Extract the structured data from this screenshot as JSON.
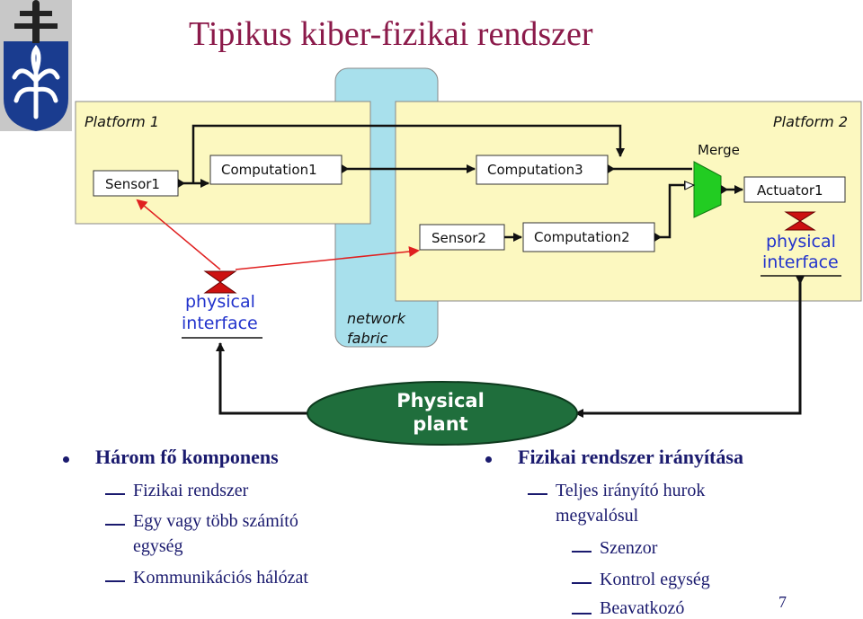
{
  "title": "Tipikus kiber-fizikai rendszer",
  "diagram": {
    "platform1": "Platform 1",
    "platform2": "Platform 2",
    "network_fabric": [
      "network",
      "fabric"
    ],
    "sensor1": "Sensor1",
    "computation1": "Computation1",
    "computation3": "Computation3",
    "merge": "Merge",
    "actuator1": "Actuator1",
    "sensor2": "Sensor2",
    "computation2": "Computation2",
    "physical_interface": [
      "physical",
      "interface"
    ],
    "physical_plant": [
      "Physical",
      "plant"
    ]
  },
  "left_column": {
    "heading": "Három fő komponens",
    "items": [
      "Fizikai rendszer",
      "Egy vagy több számító",
      "egység",
      "Kommunikációs hálózat"
    ]
  },
  "right_column": {
    "heading": "Fizikai rendszer irányítása",
    "items": [
      "Teljes irányító hurok",
      "megvalósul"
    ],
    "subitems": [
      "Szenzor",
      "Kontrol egység",
      "Beavatkozó"
    ]
  },
  "page_number": "7",
  "colors": {
    "title": "#8b1a4a",
    "text": "#1a1a6e",
    "platform_fill": "#fcf8c0",
    "network_fill": "#a8e0ec",
    "merge_fill": "#22cc22",
    "plant_fill": "#1f6e3c",
    "interface_red": "#cc1111"
  }
}
